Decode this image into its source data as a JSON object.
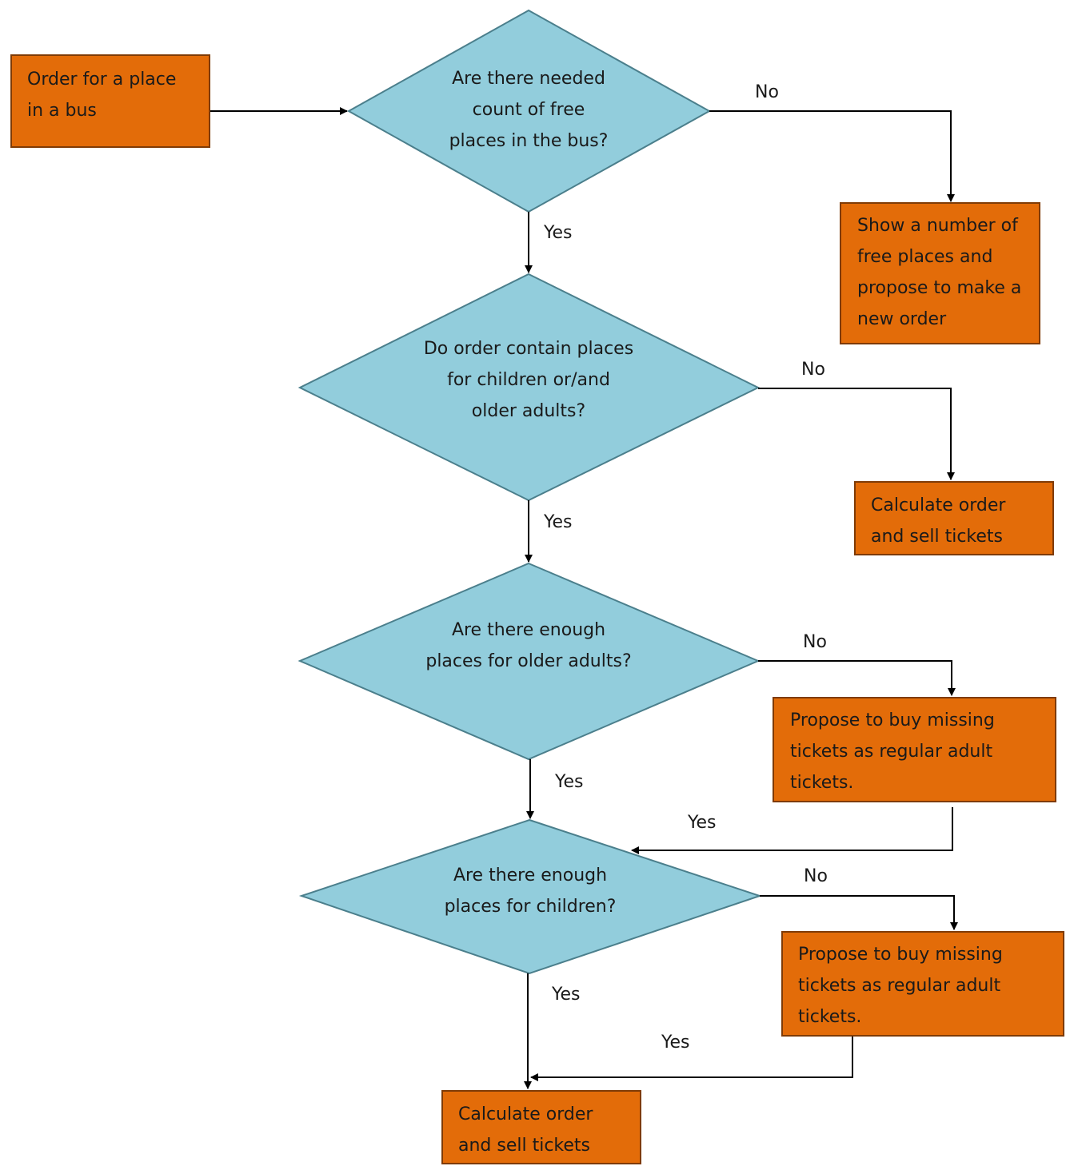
{
  "colors": {
    "process_fill": "#e36c09",
    "process_border": "#7f3b06",
    "decision_fill": "#92cddc",
    "decision_border": "#4b7f8c",
    "line": "#000000"
  },
  "nodes": {
    "start": {
      "text": "Order for a place\nin a bus"
    },
    "d1": {
      "text": "Are there needed\ncount of free\nplaces in the bus?"
    },
    "show_free": {
      "text": "Show a number of\nfree places and\npropose to make a\nnew order"
    },
    "d2": {
      "text": "Do order contain places\nfor children or/and\nolder adults?"
    },
    "calc1": {
      "text": "Calculate order\nand sell tickets"
    },
    "d3": {
      "text": "Are there enough\nplaces for older adults?"
    },
    "propose1": {
      "text": "Propose to buy missing\ntickets as regular adult\ntickets."
    },
    "d4": {
      "text": "Are there enough\nplaces for children?"
    },
    "propose2": {
      "text": "Propose to buy missing\ntickets as regular adult\ntickets."
    },
    "calc2": {
      "text": "Calculate order\nand sell tickets"
    }
  },
  "edge_labels": {
    "d1_no": "No",
    "d1_yes": "Yes",
    "d2_no": "No",
    "d2_yes": "Yes",
    "d3_no": "No",
    "d3_yes": "Yes",
    "propose1_yes": "Yes",
    "d4_no": "No",
    "d4_yes": "Yes",
    "propose2_yes": "Yes"
  }
}
